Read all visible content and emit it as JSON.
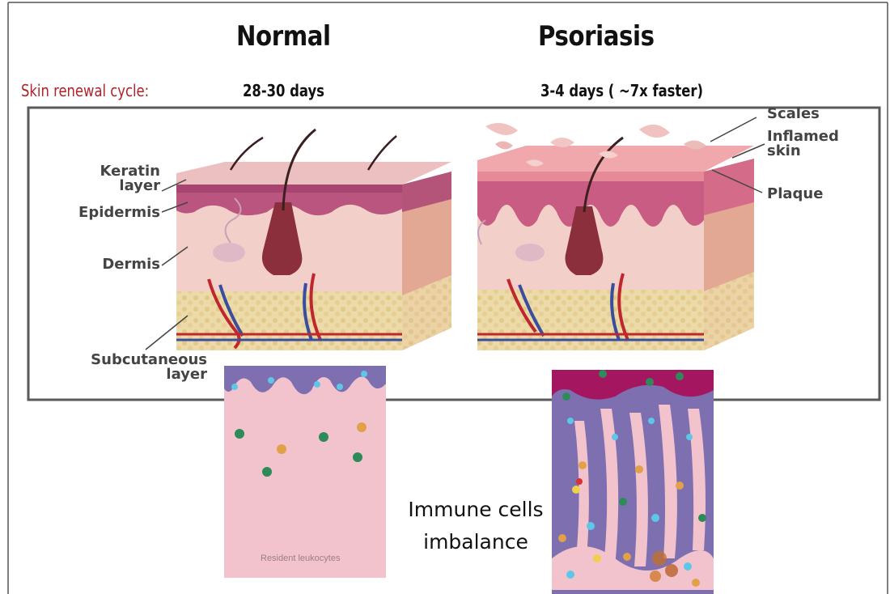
{
  "titles": {
    "normal": "Normal",
    "psoriasis": "Psoriasis"
  },
  "cycle": {
    "label": "Skin renewal cycle:",
    "normal_days": "28-30 days",
    "psoriasis_days": "3-4 days ( ~7x faster)"
  },
  "labels_left": {
    "keratin_1": "Keratin",
    "keratin_2": "layer",
    "epidermis": "Epidermis",
    "dermis": "Dermis",
    "subcut_1": "Subcutaneous",
    "subcut_2": "layer"
  },
  "labels_right": {
    "scales": "Scales",
    "inflamed_1": "Inflamed",
    "inflamed_2": "skin",
    "plaque": "Plaque"
  },
  "immune": {
    "line1": "Immune cells",
    "line2": "imbalance"
  },
  "inset_caption": "Resident leukocytes",
  "colors": {
    "frame": "#595959",
    "label_red": "#b0232a",
    "keratin": "#c26a8c",
    "dermis": "#f0c9c4",
    "fat": "#ead7a5",
    "artery": "#c0262e",
    "vein": "#3a4ea0",
    "inset_pink": "#f2c3cd",
    "inset_purple": "#7d6fb0",
    "inset_magenta": "#a41760"
  }
}
